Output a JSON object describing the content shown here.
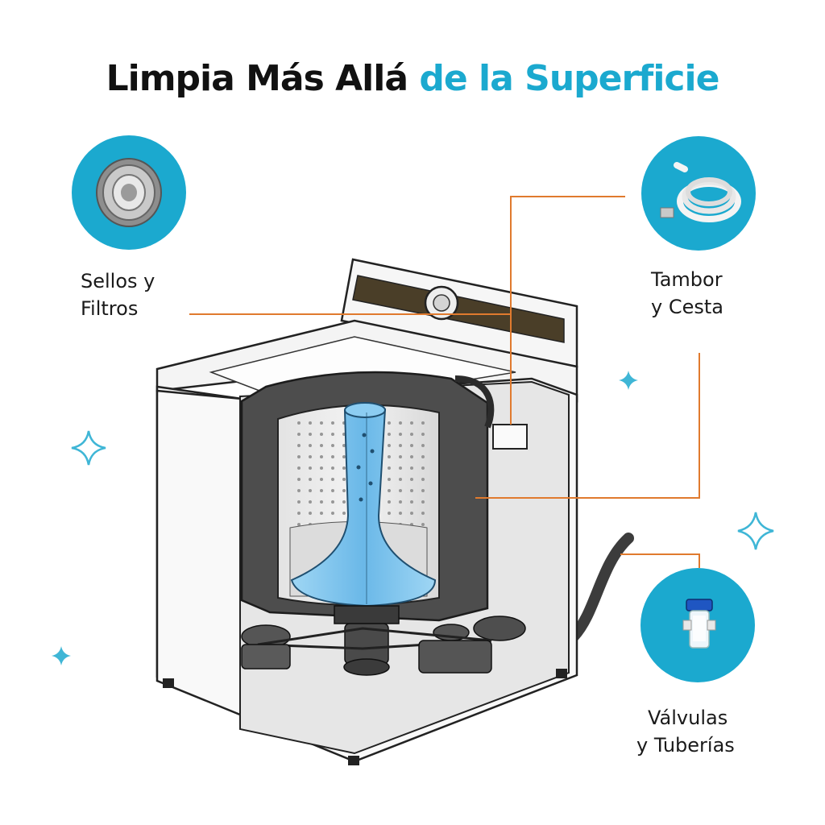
{
  "title": {
    "part1": "Limpia Más Allá",
    "part2": "de la Superficie"
  },
  "labels": {
    "seals": {
      "line1": "Sellos y",
      "line2": "Filtros",
      "icon": "seal-filter-icon"
    },
    "drum": {
      "line1": "Tambor",
      "line2": "y Cesta",
      "icon": "hose-icon"
    },
    "valves": {
      "line1": "Válvulas",
      "line2": "y Tuberías",
      "icon": "valve-filter-icon"
    }
  },
  "colors": {
    "accent": "#1ba9cf",
    "leader_line": "#e07a2e",
    "title": "#111111",
    "agitator": "#7cc6ee",
    "sparkle": "#3fb6d6"
  }
}
